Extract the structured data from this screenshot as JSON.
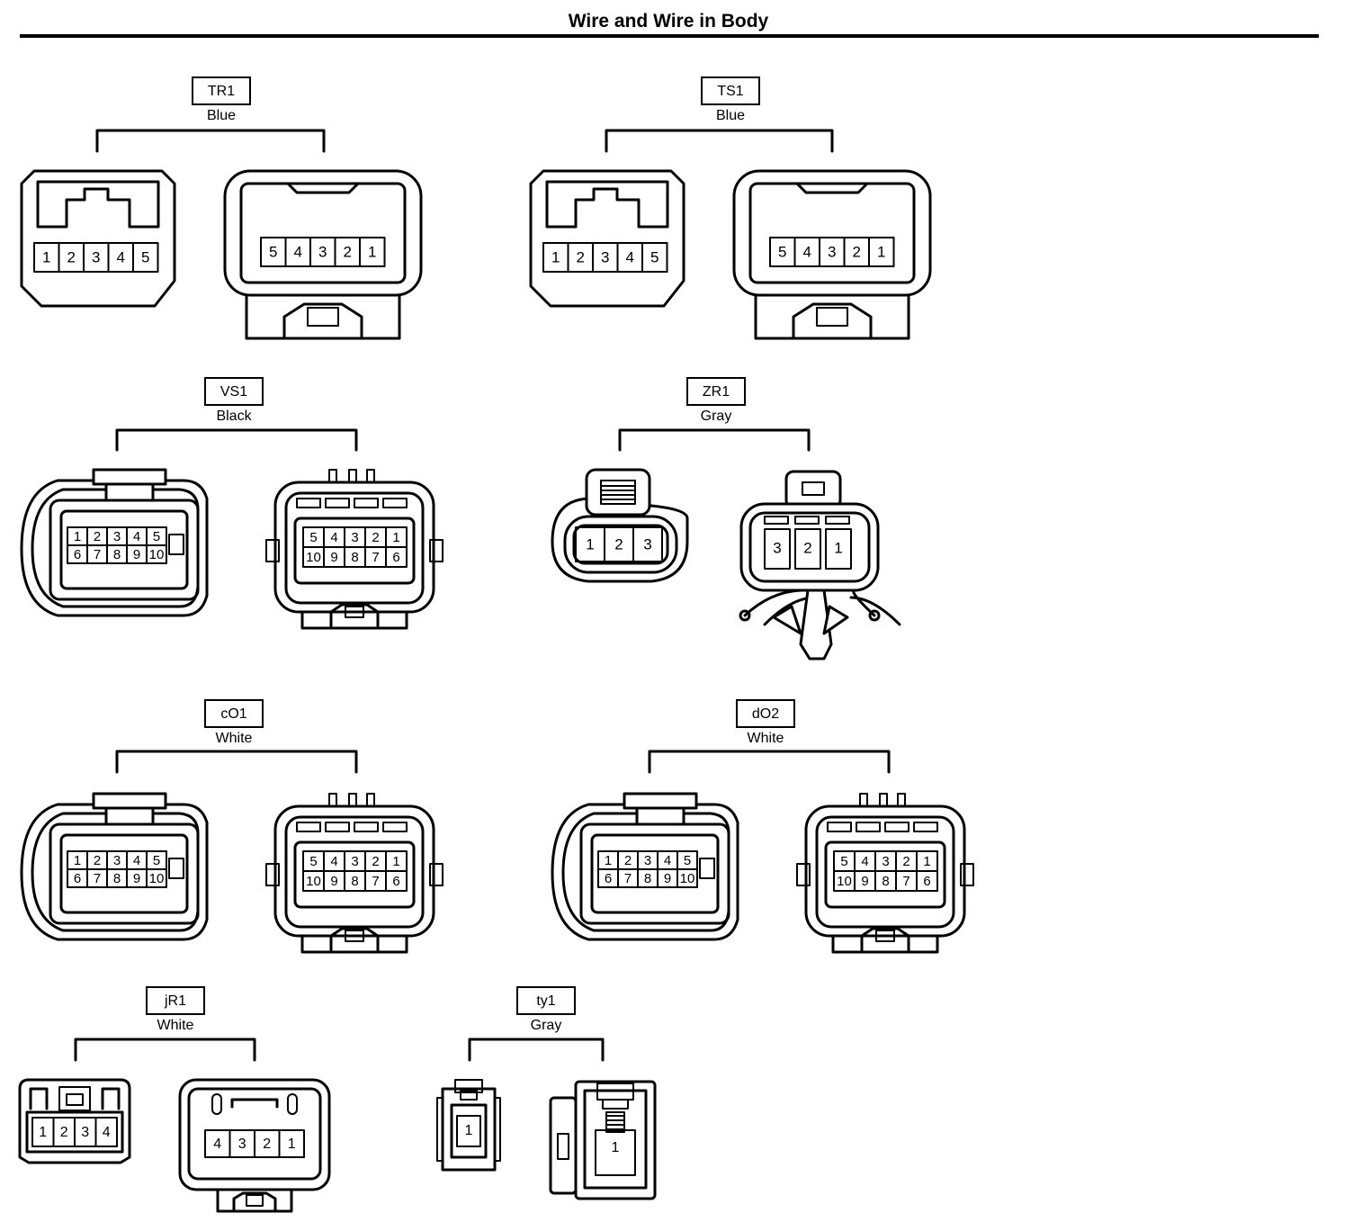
{
  "title": "Wire and Wire in Body",
  "connectors": [
    {
      "id": "TR1",
      "color": "Blue",
      "style": "five",
      "left": {
        "pins": [
          "1",
          "2",
          "3",
          "4",
          "5"
        ]
      },
      "right": {
        "pins": [
          "5",
          "4",
          "3",
          "2",
          "1"
        ]
      }
    },
    {
      "id": "TS1",
      "color": "Blue",
      "style": "five",
      "left": {
        "pins": [
          "1",
          "2",
          "3",
          "4",
          "5"
        ]
      },
      "right": {
        "pins": [
          "5",
          "4",
          "3",
          "2",
          "1"
        ]
      }
    },
    {
      "id": "VS1",
      "color": "Black",
      "style": "ten",
      "left": {
        "pins": [
          [
            "1",
            "2",
            "3",
            "4",
            "5"
          ],
          [
            "6",
            "7",
            "8",
            "9",
            "10"
          ]
        ]
      },
      "right": {
        "pins": [
          [
            "5",
            "4",
            "3",
            "2",
            "1"
          ],
          [
            "10",
            "9",
            "8",
            "7",
            "6"
          ]
        ]
      }
    },
    {
      "id": "ZR1",
      "color": "Gray",
      "style": "three",
      "left": {
        "pins": [
          "1",
          "2",
          "3"
        ]
      },
      "right": {
        "pins": [
          "3",
          "2",
          "1"
        ]
      }
    },
    {
      "id": "cO1",
      "color": "White",
      "style": "ten",
      "left": {
        "pins": [
          [
            "1",
            "2",
            "3",
            "4",
            "5"
          ],
          [
            "6",
            "7",
            "8",
            "9",
            "10"
          ]
        ]
      },
      "right": {
        "pins": [
          [
            "5",
            "4",
            "3",
            "2",
            "1"
          ],
          [
            "10",
            "9",
            "8",
            "7",
            "6"
          ]
        ]
      }
    },
    {
      "id": "dO2",
      "color": "White",
      "style": "ten",
      "left": {
        "pins": [
          [
            "1",
            "2",
            "3",
            "4",
            "5"
          ],
          [
            "6",
            "7",
            "8",
            "9",
            "10"
          ]
        ]
      },
      "right": {
        "pins": [
          [
            "5",
            "4",
            "3",
            "2",
            "1"
          ],
          [
            "10",
            "9",
            "8",
            "7",
            "6"
          ]
        ]
      }
    },
    {
      "id": "jR1",
      "color": "White",
      "style": "four",
      "left": {
        "pins": [
          "1",
          "2",
          "3",
          "4"
        ]
      },
      "right": {
        "pins": [
          "4",
          "3",
          "2",
          "1"
        ]
      }
    },
    {
      "id": "ty1",
      "color": "Gray",
      "style": "one",
      "left": {
        "pins": [
          "1"
        ]
      },
      "right": {
        "pins": [
          "1"
        ]
      }
    }
  ]
}
